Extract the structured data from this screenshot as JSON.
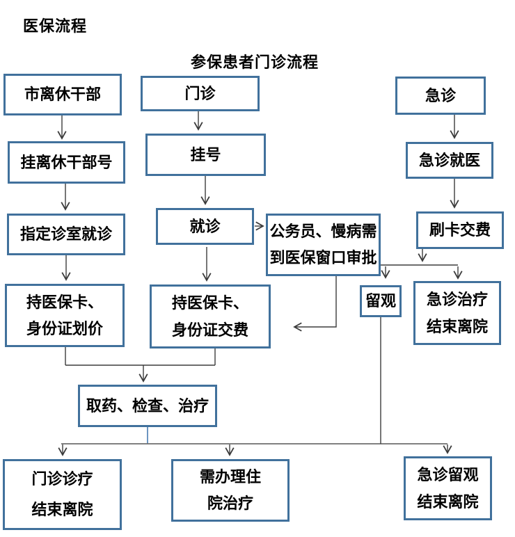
{
  "page": {
    "title": "医保流程",
    "subtitle": "参保患者门诊流程"
  },
  "colors": {
    "box_border": "#41719C",
    "text": "#000000",
    "connector": "#3b3b3b",
    "grey_line": "#6e6e6e",
    "blue_connector": "#5B89BA",
    "background": "#ffffff"
  },
  "nodes": {
    "city_retired_cadre": {
      "line1": "市离休干部"
    },
    "outpatient": {
      "line1": "门诊"
    },
    "emergency": {
      "line1": "急诊"
    },
    "register_retired_number": {
      "line1": "挂离休干部号"
    },
    "register": {
      "line1": "挂号"
    },
    "emergency_visit": {
      "line1": "急诊就医"
    },
    "designated_room_visit": {
      "line1": "指定诊室就诊"
    },
    "visit": {
      "line1": "就诊"
    },
    "approval": {
      "line1": "公务员、慢病需",
      "line2": "到医保窗口审批"
    },
    "card_payment": {
      "line1": "刷卡交费"
    },
    "pricing": {
      "line1": "持医保卡、",
      "line2": "身份证划价"
    },
    "payment": {
      "line1": "持医保卡、",
      "line2": "身份证交费"
    },
    "observation": {
      "line1": "留观"
    },
    "emergency_treatment_leave": {
      "line1": "急诊治疗",
      "line2": "结束离院"
    },
    "medicine_check_treatment": {
      "line1": "取药、检查、治疗"
    },
    "outpatient_leave": {
      "line1": "门诊诊疗",
      "line2": "结束离院"
    },
    "hospitalization": {
      "line1": "需办理住",
      "line2": "院治疗"
    },
    "emergency_observation_leave": {
      "line1": "急诊留观",
      "line2": "结束离院"
    }
  }
}
